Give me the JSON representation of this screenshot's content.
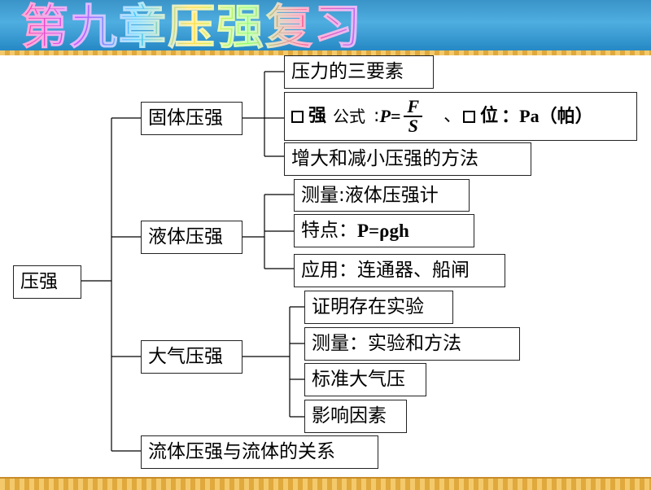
{
  "title": "第九章压强复习",
  "root": "压强",
  "branches": {
    "solid": {
      "label": "固体压强",
      "children": {
        "elements": "压力的三要素",
        "formula": {
          "prefix_char": "强",
          "prefix_word": "公式",
          "colon": ":",
          "lhs": "P=",
          "numerator": "F",
          "denominator": "S",
          "sep": "、",
          "unit_char": "位",
          "unit_text": "：Pa（帕）"
        },
        "methods": "增大和减小压强的方法"
      }
    },
    "liquid": {
      "label": "液体压强",
      "children": {
        "measure": "测量:液体压强计",
        "feature_label": "特点：",
        "feature_formula": "P=ρgh",
        "application": "应用：连通器、船闸"
      }
    },
    "atmosphere": {
      "label": "大气压强",
      "children": {
        "prove": "证明存在实验",
        "measure": "测量：实验和方法",
        "standard": "标准大气压",
        "factors": "影响因素"
      }
    },
    "fluid": {
      "label": "流体压强与流体的关系"
    }
  }
}
